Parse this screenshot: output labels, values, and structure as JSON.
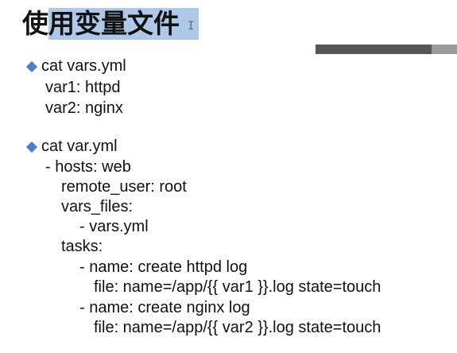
{
  "slide": {
    "title": "使用变量文件",
    "cursor_glyph": "I",
    "section1": {
      "bullet_icon": "diamond-bullet-icon",
      "heading": "cat  vars.yml",
      "lines": [
        "var1: httpd",
        "var2: nginx"
      ]
    },
    "section2": {
      "bullet_icon": "diamond-bullet-icon",
      "heading": "cat  var.yml",
      "lines": [
        "- hosts: web",
        "remote_user: root",
        "vars_files:",
        "- vars.yml",
        "tasks:",
        "- name: create httpd log",
        "file: name=/app/{{ var1 }}.log state=touch",
        "- name: create nginx log",
        "file: name=/app/{{ var2 }}.log state=touch"
      ]
    }
  }
}
